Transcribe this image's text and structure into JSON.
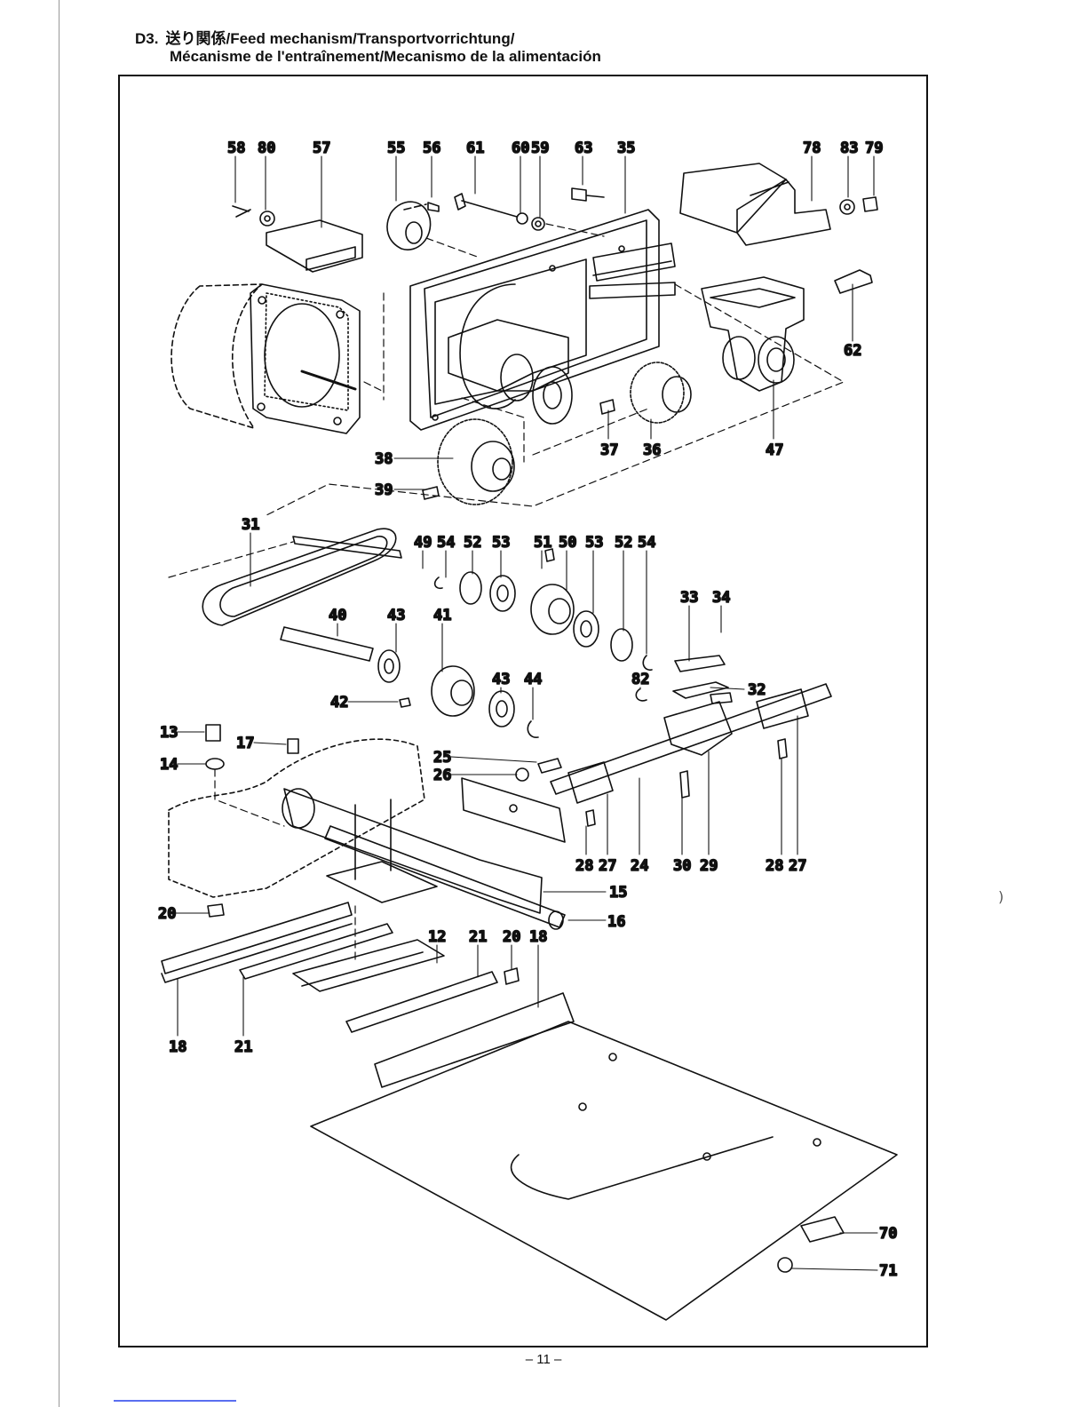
{
  "header": {
    "code": "D3.",
    "line1": "送り関係/Feed mechanism/Transportvorrichtung/",
    "line2": "Mécanisme de l'entraînement/Mecanismo de la alimentación"
  },
  "footer": {
    "page_number": "– 11 –"
  },
  "margin_mark": ")",
  "part_labels": [
    "58",
    "80",
    "57",
    "55",
    "56",
    "61",
    "60",
    "59",
    "63",
    "35",
    "78",
    "83",
    "79",
    "62",
    "37",
    "36",
    "47",
    "38",
    "39",
    "31",
    "49",
    "54",
    "52",
    "53",
    "51",
    "50",
    "53",
    "52",
    "54",
    "40",
    "43",
    "41",
    "33",
    "34",
    "43",
    "44",
    "82",
    "42",
    "32",
    "13",
    "17",
    "25",
    "26",
    "14",
    "28",
    "27",
    "24",
    "30",
    "29",
    "28",
    "27",
    "15",
    "20",
    "16",
    "12",
    "21",
    "20",
    "18",
    "18",
    "21",
    "70",
    "71"
  ]
}
